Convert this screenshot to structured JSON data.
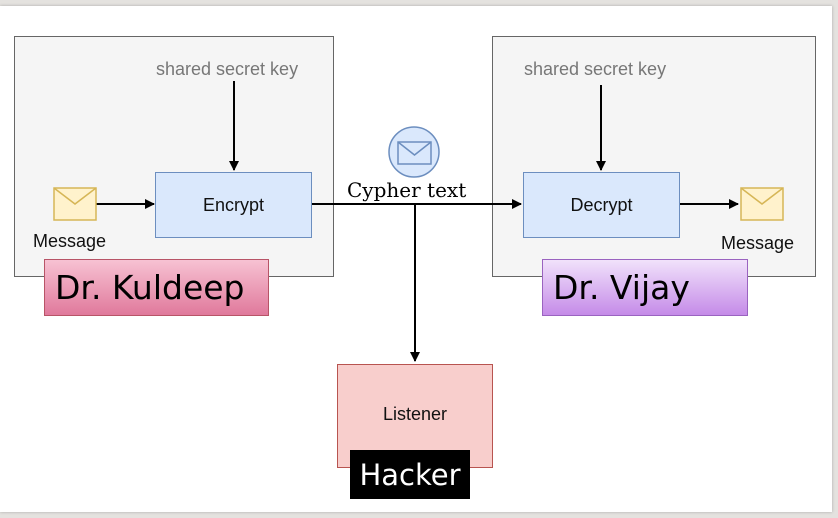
{
  "sender": {
    "key_label": "shared secret key",
    "process_label": "Encrypt",
    "message_label": "Message",
    "person": "Dr.  Kuldeep"
  },
  "receiver": {
    "key_label": "shared secret key",
    "process_label": "Decrypt",
    "message_label": "Message",
    "person": "Dr. Vijay"
  },
  "channel": {
    "label": "Cypher text"
  },
  "eavesdropper": {
    "label": "Listener",
    "tag": "Hacker"
  },
  "colors": {
    "panel_fill": "#f5f5f5",
    "process_fill": "#dae8fc",
    "listener_fill": "#f8cecc",
    "envelope_fill": "#fff2cc",
    "hacker_fill": "#000000"
  }
}
